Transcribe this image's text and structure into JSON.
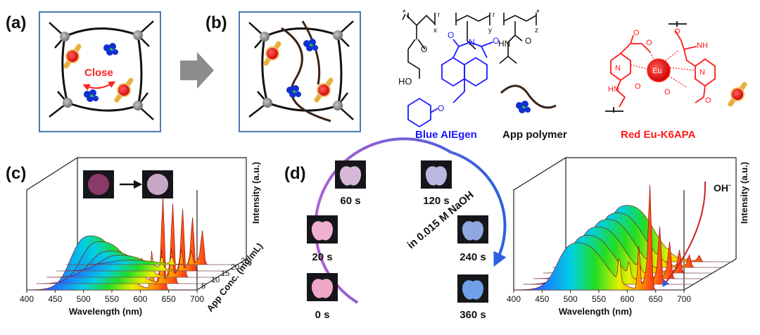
{
  "panels": {
    "a": "(a)",
    "b": "(b)",
    "c": "(c)",
    "d": "(d)"
  },
  "close_label": "Close",
  "chem": {
    "blue_label": "Blue AIEgen",
    "app_label": "App polymer",
    "red_label": "Red Eu-K6APA",
    "sub_x": "x",
    "sub_y": "y",
    "sub_z": "z",
    "sub_r": "r",
    "ho": "HO",
    "hn": "HN",
    "n": "N",
    "o": "O",
    "nh": "NH",
    "eu": "Eu",
    "star": "*",
    "colors": {
      "blue": "#1a1aff",
      "red": "#ff1a1a",
      "black": "#111111"
    }
  },
  "chart_c": {
    "type": "area",
    "x_ticks": [
      "400",
      "450",
      "500",
      "550",
      "600",
      "650",
      "700"
    ],
    "xlabel": "Wavelength (nm)",
    "depth_ticks": [
      "5",
      "10",
      "15",
      "20",
      "25"
    ],
    "depth_label": "App Conc. (mg/mL)",
    "zlabel": "Intensity (a.u.)",
    "series": [
      {
        "name": "5",
        "blue": 0.05,
        "red": 0.35
      },
      {
        "name": "10",
        "blue": 0.18,
        "red": 0.55
      },
      {
        "name": "15",
        "blue": 0.3,
        "red": 0.7
      },
      {
        "name": "20",
        "blue": 0.48,
        "red": 0.82
      },
      {
        "name": "25",
        "blue": 0.62,
        "red": 0.95
      }
    ]
  },
  "panel_d": {
    "center_label": "in 0.015 M NaOH",
    "times": [
      "0 s",
      "20 s",
      "60 s",
      "120 s",
      "240 s",
      "360 s"
    ]
  },
  "chart_d": {
    "type": "area",
    "x_ticks": [
      "400",
      "450",
      "500",
      "550",
      "600",
      "650",
      "700"
    ],
    "xlabel": "Wavelength (nm)",
    "zlabel": "Intensity (a.u.)",
    "oh_label": "OH",
    "oh_sup": "-",
    "series": [
      {
        "blue": 0.5,
        "red": 1.0
      },
      {
        "blue": 0.52,
        "red": 0.55
      },
      {
        "blue": 0.55,
        "red": 0.35
      },
      {
        "blue": 0.57,
        "red": 0.22
      },
      {
        "blue": 0.58,
        "red": 0.12
      },
      {
        "blue": 0.6,
        "red": 0.06
      }
    ]
  }
}
